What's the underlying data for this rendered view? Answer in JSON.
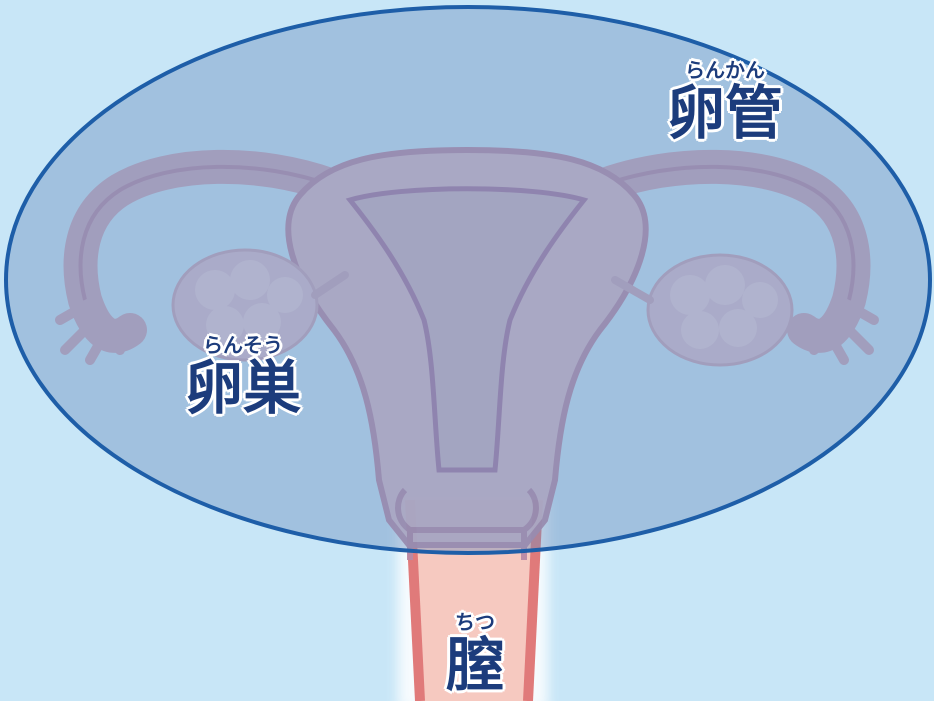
{
  "labels": {
    "oviduct": {
      "ruby": "らんかん",
      "text": "卵管"
    },
    "ovary": {
      "ruby": "らんそう",
      "text": "卵巣"
    },
    "vagina": {
      "ruby": "ちつ",
      "text": "膣"
    }
  },
  "colors": {
    "background": "#c8e6f7",
    "highlight_fill": "#6b8fbf",
    "highlight_stroke": "#1e5ea8",
    "organ_outline": "#b98aa6",
    "organ_fill": "#e8c9c9",
    "vagina_fill": "#f6c9c0",
    "vagina_wall": "#e07a7a",
    "label_text": "#1c3c7c"
  }
}
